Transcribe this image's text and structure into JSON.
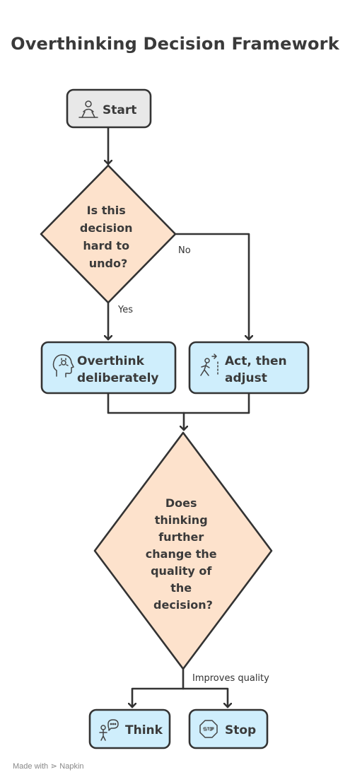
{
  "title": "Overthinking Decision Framework",
  "nodes": {
    "start": "Start",
    "decision1": [
      "Is this",
      "decision",
      "hard to",
      "undo?"
    ],
    "overthink": [
      "Overthink",
      "deliberately"
    ],
    "act": [
      "Act, then",
      "adjust"
    ],
    "decision2": [
      "Does",
      "thinking",
      "further",
      "change the",
      "quality of",
      "the",
      "decision?"
    ],
    "think": "Think",
    "stop": "Stop"
  },
  "edges": {
    "no": "No",
    "yes": "Yes",
    "improves": "Improves quality"
  },
  "footer": {
    "made_with": "Made with",
    "brand": "Napkin"
  },
  "colors": {
    "outline": "#333333",
    "diamond_fill": "#fde2cc",
    "box_fill": "#cfeefc",
    "start_fill": "#e8e8e8",
    "footer_text": "#888888"
  },
  "icons": {
    "start": "person-on-pedestal-icon",
    "overthink": "brain-head-icon",
    "act": "person-walking-icon",
    "think": "thinking-person-icon",
    "stop": "stop-sign-icon"
  }
}
